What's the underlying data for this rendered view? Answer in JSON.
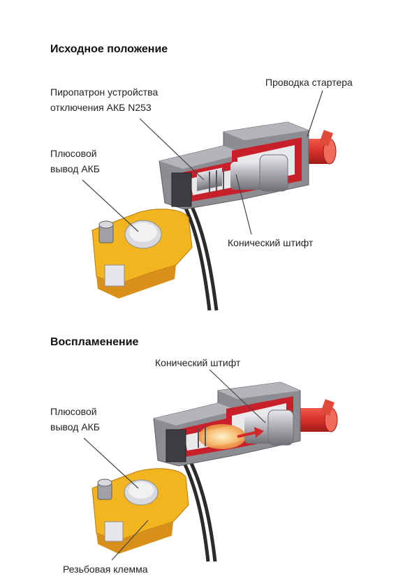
{
  "panel_top": {
    "title": "Исходное положение",
    "labels": {
      "pyro_line1": "Пиропатрон устройства",
      "pyro_line2": "отключения АКБ N253",
      "starter": "Проводка стартера",
      "plus_line1": "Плюсовой",
      "plus_line2": "вывод АКБ",
      "pin": "Конический штифт"
    }
  },
  "panel_bottom": {
    "title": "Воспламенение",
    "labels": {
      "pin": "Конический штифт",
      "plus_line1": "Плюсовой",
      "plus_line2": "вывод АКБ",
      "clamp": "Резьбовая клемма"
    }
  },
  "colors": {
    "housing": "#8c8d93",
    "housing_light": "#b4b5ba",
    "seal_red": "#c8202a",
    "cable_red": "#d9302a",
    "terminal_yellow": "#f2b41f",
    "terminal_dark": "#d8901a",
    "wire": "#2b2b2b",
    "leader": "#444444",
    "flame": "#f6b15a"
  }
}
